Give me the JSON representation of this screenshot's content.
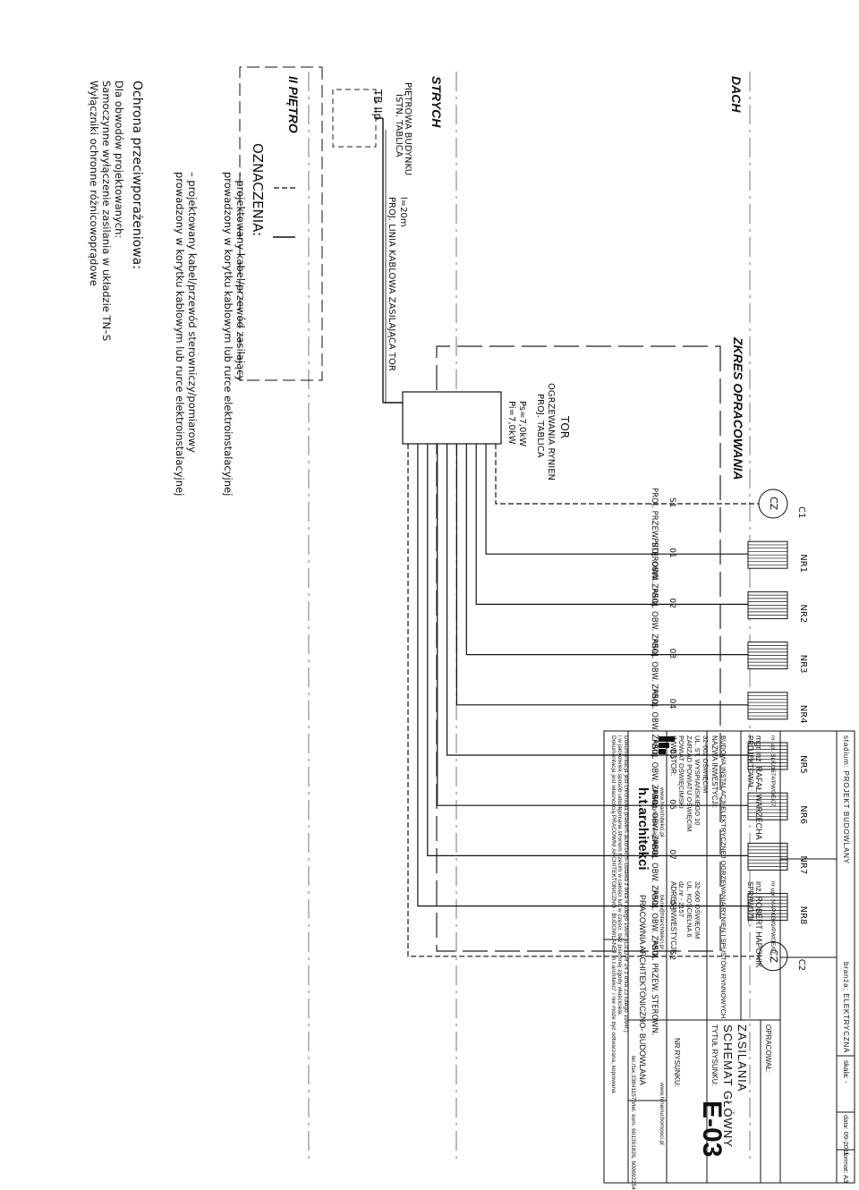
{
  "levels": {
    "roof": "DACH",
    "attic": "STRYCH",
    "floor": "II PIĘTRO"
  },
  "scope_label": "ZKRES OPRACOWANIA",
  "existing_board": {
    "line1": "ISTN. TABLICA",
    "line2": "PIĘTROWA BUDYNKU",
    "tag": "TB IIp"
  },
  "cable": {
    "label": "PROJ. LINIA KABLOWA ZASILAJĄCA TOR",
    "length": "l=20m"
  },
  "tor_board": {
    "line1": "PROJ. TABLICA",
    "line2": "OGRZEWANIA RYNIEN",
    "name": "TOR",
    "pi": "Pi=7,0kW",
    "ps": "Ps=7,0kW"
  },
  "circuits": [
    {
      "id": "S1",
      "desc": "PROJ. PRZEW. STEROWN.",
      "device": "C1",
      "symbol": "CZ",
      "kind": "sensor"
    },
    {
      "id": "01",
      "desc": "PROJ. OBW. ZASIL.",
      "device": "NR1",
      "kind": "heater"
    },
    {
      "id": "02",
      "desc": "PROJ. OBW. ZASIL.",
      "device": "NR2",
      "kind": "heater"
    },
    {
      "id": "03",
      "desc": "PROJ. OBW. ZASIL.",
      "device": "NR3",
      "kind": "heater"
    },
    {
      "id": "04",
      "desc": "PROJ. OBW. ZASIL.",
      "device": "NR4",
      "kind": "heater"
    },
    {
      "id": "05",
      "desc": "PROJ. OBW. ZASIL.",
      "device": "NR5",
      "kind": "heater"
    },
    {
      "id": "06",
      "desc": "PROJ. OBW. ZASIL.",
      "device": "NR6",
      "kind": "heater"
    },
    {
      "id": "07",
      "desc": "PROJ. OBW. ZASIL.",
      "device": "NR7",
      "kind": "heater"
    },
    {
      "id": "08",
      "desc": "PROJ. OBW. ZASIL.",
      "device": "NR8",
      "kind": "heater"
    },
    {
      "id": "S2",
      "desc": "PROJ. PRZEW. STEROWN.",
      "device": "C2",
      "symbol": "CZ",
      "kind": "sensor"
    }
  ],
  "legend": {
    "title": "OZNACZENIA:",
    "item1_line1": "– projektowany kabel/przewód zasilający",
    "item1_line2": "prowadzony w korytku kablowym lub rurce elektroinstalacyjnej",
    "item2_line1": "– projektowany kabel/przewód sterowniczy/pomiarowy",
    "item2_line2": "prowadzony w korytku kablowym lub rurce elektroinstalacyjnej"
  },
  "protection": {
    "title": "Ochrona przeciwporażeniowa:",
    "line1": "Dla obwodów projektowanych:",
    "line2": "Samoczynne wyłączenie zasilania w układzie TN–S",
    "line3": "Wyłączniki ochronne różnicowoprądowe"
  },
  "title_block": {
    "copyright1": "Dokumentacja jest własnością PRACOWNI ARCHITEKTONICZNO - BUDOWLANEJ „h.t.architekci” i nie może być odtwarzana, kopiowana",
    "copyright2": "i w jakikolwiek sposób udostępniana stronom trzecim w całości lub w części, bez pisemnej zgody właściciela.",
    "copyright3": "Dokumentacja jest chroniona prawem autorskim–ustawa z dnia 4 lutego 1994r. (Dz.U.nr 24 z dnia 23 lutego 1994r.)",
    "firm_name": "h.t.architekci",
    "firm_desc": "PRACOWNIA ARCHITEKTONICZNO- BUDOWLANA",
    "address": "ul. Władysława Jagiełły 24",
    "phone": "tel./fax.338411573/tel. kom. 601391826, 600692254",
    "www1": "www.htarchitekci.pl",
    "email": "biuro@htarchitekci.pl",
    "www2": "www.htnieruchomosci.pl",
    "investor_label": "INWESTOR:",
    "investor_l1": "POWIAT OŚWIĘCIMSKI",
    "investor_l2": "ZARZĄD POWIATU OŚWIĘCIM",
    "investor_l3": "UL. ST. WYSPIAŃSKIEGO 10",
    "investor_l4": "32-602 OŚWIĘCIM",
    "address_label": "ADRES INWESTYCJI:",
    "address_l1": "dz.nr - 2157",
    "address_l2": "UL. KOŚCIELNA 6",
    "address_l3": "32-600 OŚWIĘCIM",
    "drawing_no_label": "NR RYSUNKU:",
    "drawing_no": "E-03",
    "project_label": "NAZWA INWESTYCJI:",
    "project_name": "BUDOWA INSTALACJI ELEKTRYCZNEJ OGRZEWANIA RYNIEN I SPUSTÓW RYNNOWYCH",
    "drawing_title_label": "TYTUŁ RYSUNKU:",
    "drawing_title_l1": "SCHEMAT GŁÓWNY",
    "drawing_title_l2": "ZASILANIA",
    "designer_label": "PROJEKTOWAŁ:",
    "designer": "mgr inż. RAFAŁ WARZECHA",
    "designer_lic": "nr upr. SLK/1674/PWOE/07",
    "checker_label": "SPRAWDZIŁ:",
    "checker": "inż. ROBERT HAPONIK",
    "checker_lic": "nr upr. MAP/0349/PWOE/07",
    "prepared_label": "OPRACOWAŁ:",
    "stage": "stadium: PROJEKT BUDOWLANY",
    "branch": "branża: ELEKTRYCZNA",
    "scale": "skala: -",
    "date": "data: 09-2011",
    "format": "format: A3"
  }
}
